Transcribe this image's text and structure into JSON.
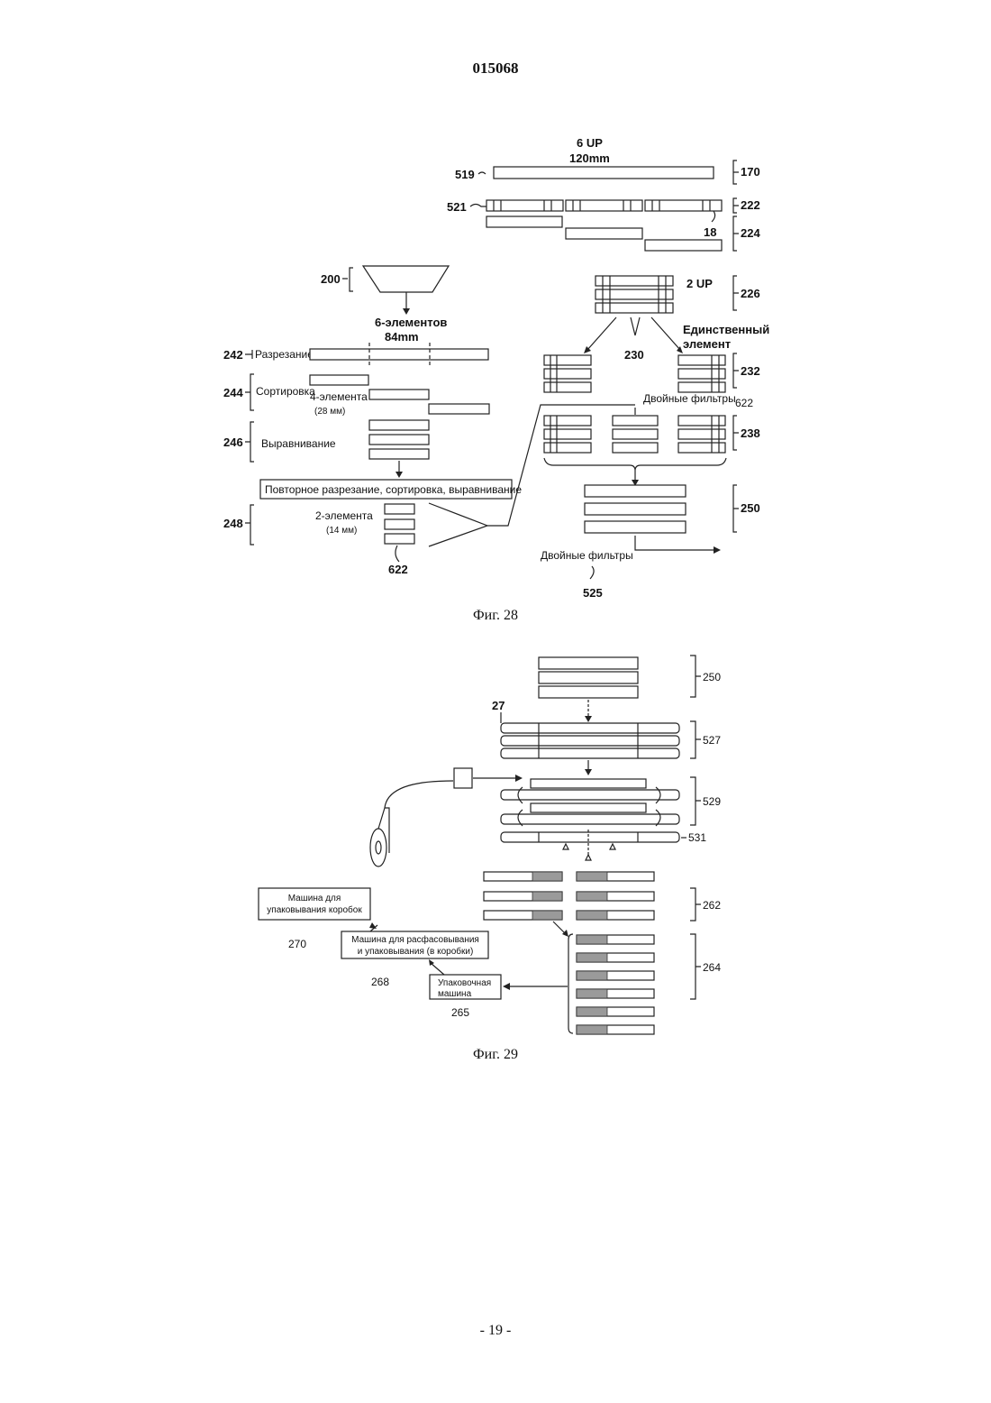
{
  "header": {
    "doc_number": "015068"
  },
  "footer": {
    "page_number": "- 19 -"
  },
  "fig28": {
    "caption": "Фиг. 28",
    "label_6up": "6 UP",
    "label_120mm": "120mm",
    "ref_519": "519",
    "ref_170": "170",
    "ref_521": "521",
    "ref_222": "222",
    "ref_18": "18",
    "ref_224": "224",
    "ref_200": "200",
    "label_6_elements": "6-элементов",
    "label_84mm": "84mm",
    "label_2up": "2 UP",
    "ref_226": "226",
    "label_single_1": "Единственный",
    "label_single_2": "элемент",
    "ref_230": "230",
    "ref_242": "242",
    "label_cutting": "Разрезание",
    "ref_232": "232",
    "ref_244": "244",
    "label_sorting": "Сортировка",
    "label_4_elements": "4-элемента",
    "label_28mm": "(28 мм)",
    "label_double_filters_top": "Двойные фильтры",
    "ref_622_right": "622",
    "ref_246": "246",
    "label_aligning": "Выравнивание",
    "ref_238": "238",
    "label_recut": "Повторное разрезание, сортировка, выравнивание",
    "ref_248": "248",
    "label_2_elements": "2-элемента",
    "label_14mm": "(14 мм)",
    "ref_250": "250",
    "ref_622_bottom": "622",
    "label_double_filters_bottom": "Двойные фильтры",
    "ref_525": "525"
  },
  "fig29": {
    "caption": "Фиг. 29",
    "ref_250": "250",
    "ref_27": "27",
    "ref_527": "527",
    "ref_529": "529",
    "ref_531": "531",
    "ref_262": "262",
    "ref_264": "264",
    "box_270_line1": "Машина для",
    "box_270_line2": "упаковывания коробок",
    "ref_270": "270",
    "box_268_line1": "Машина для расфасовывания",
    "box_268_line2": "и упаковывания (в коробки)",
    "ref_268": "268",
    "box_265_line1": "Упаковочная",
    "box_265_line2": "машина",
    "ref_265": "265"
  }
}
